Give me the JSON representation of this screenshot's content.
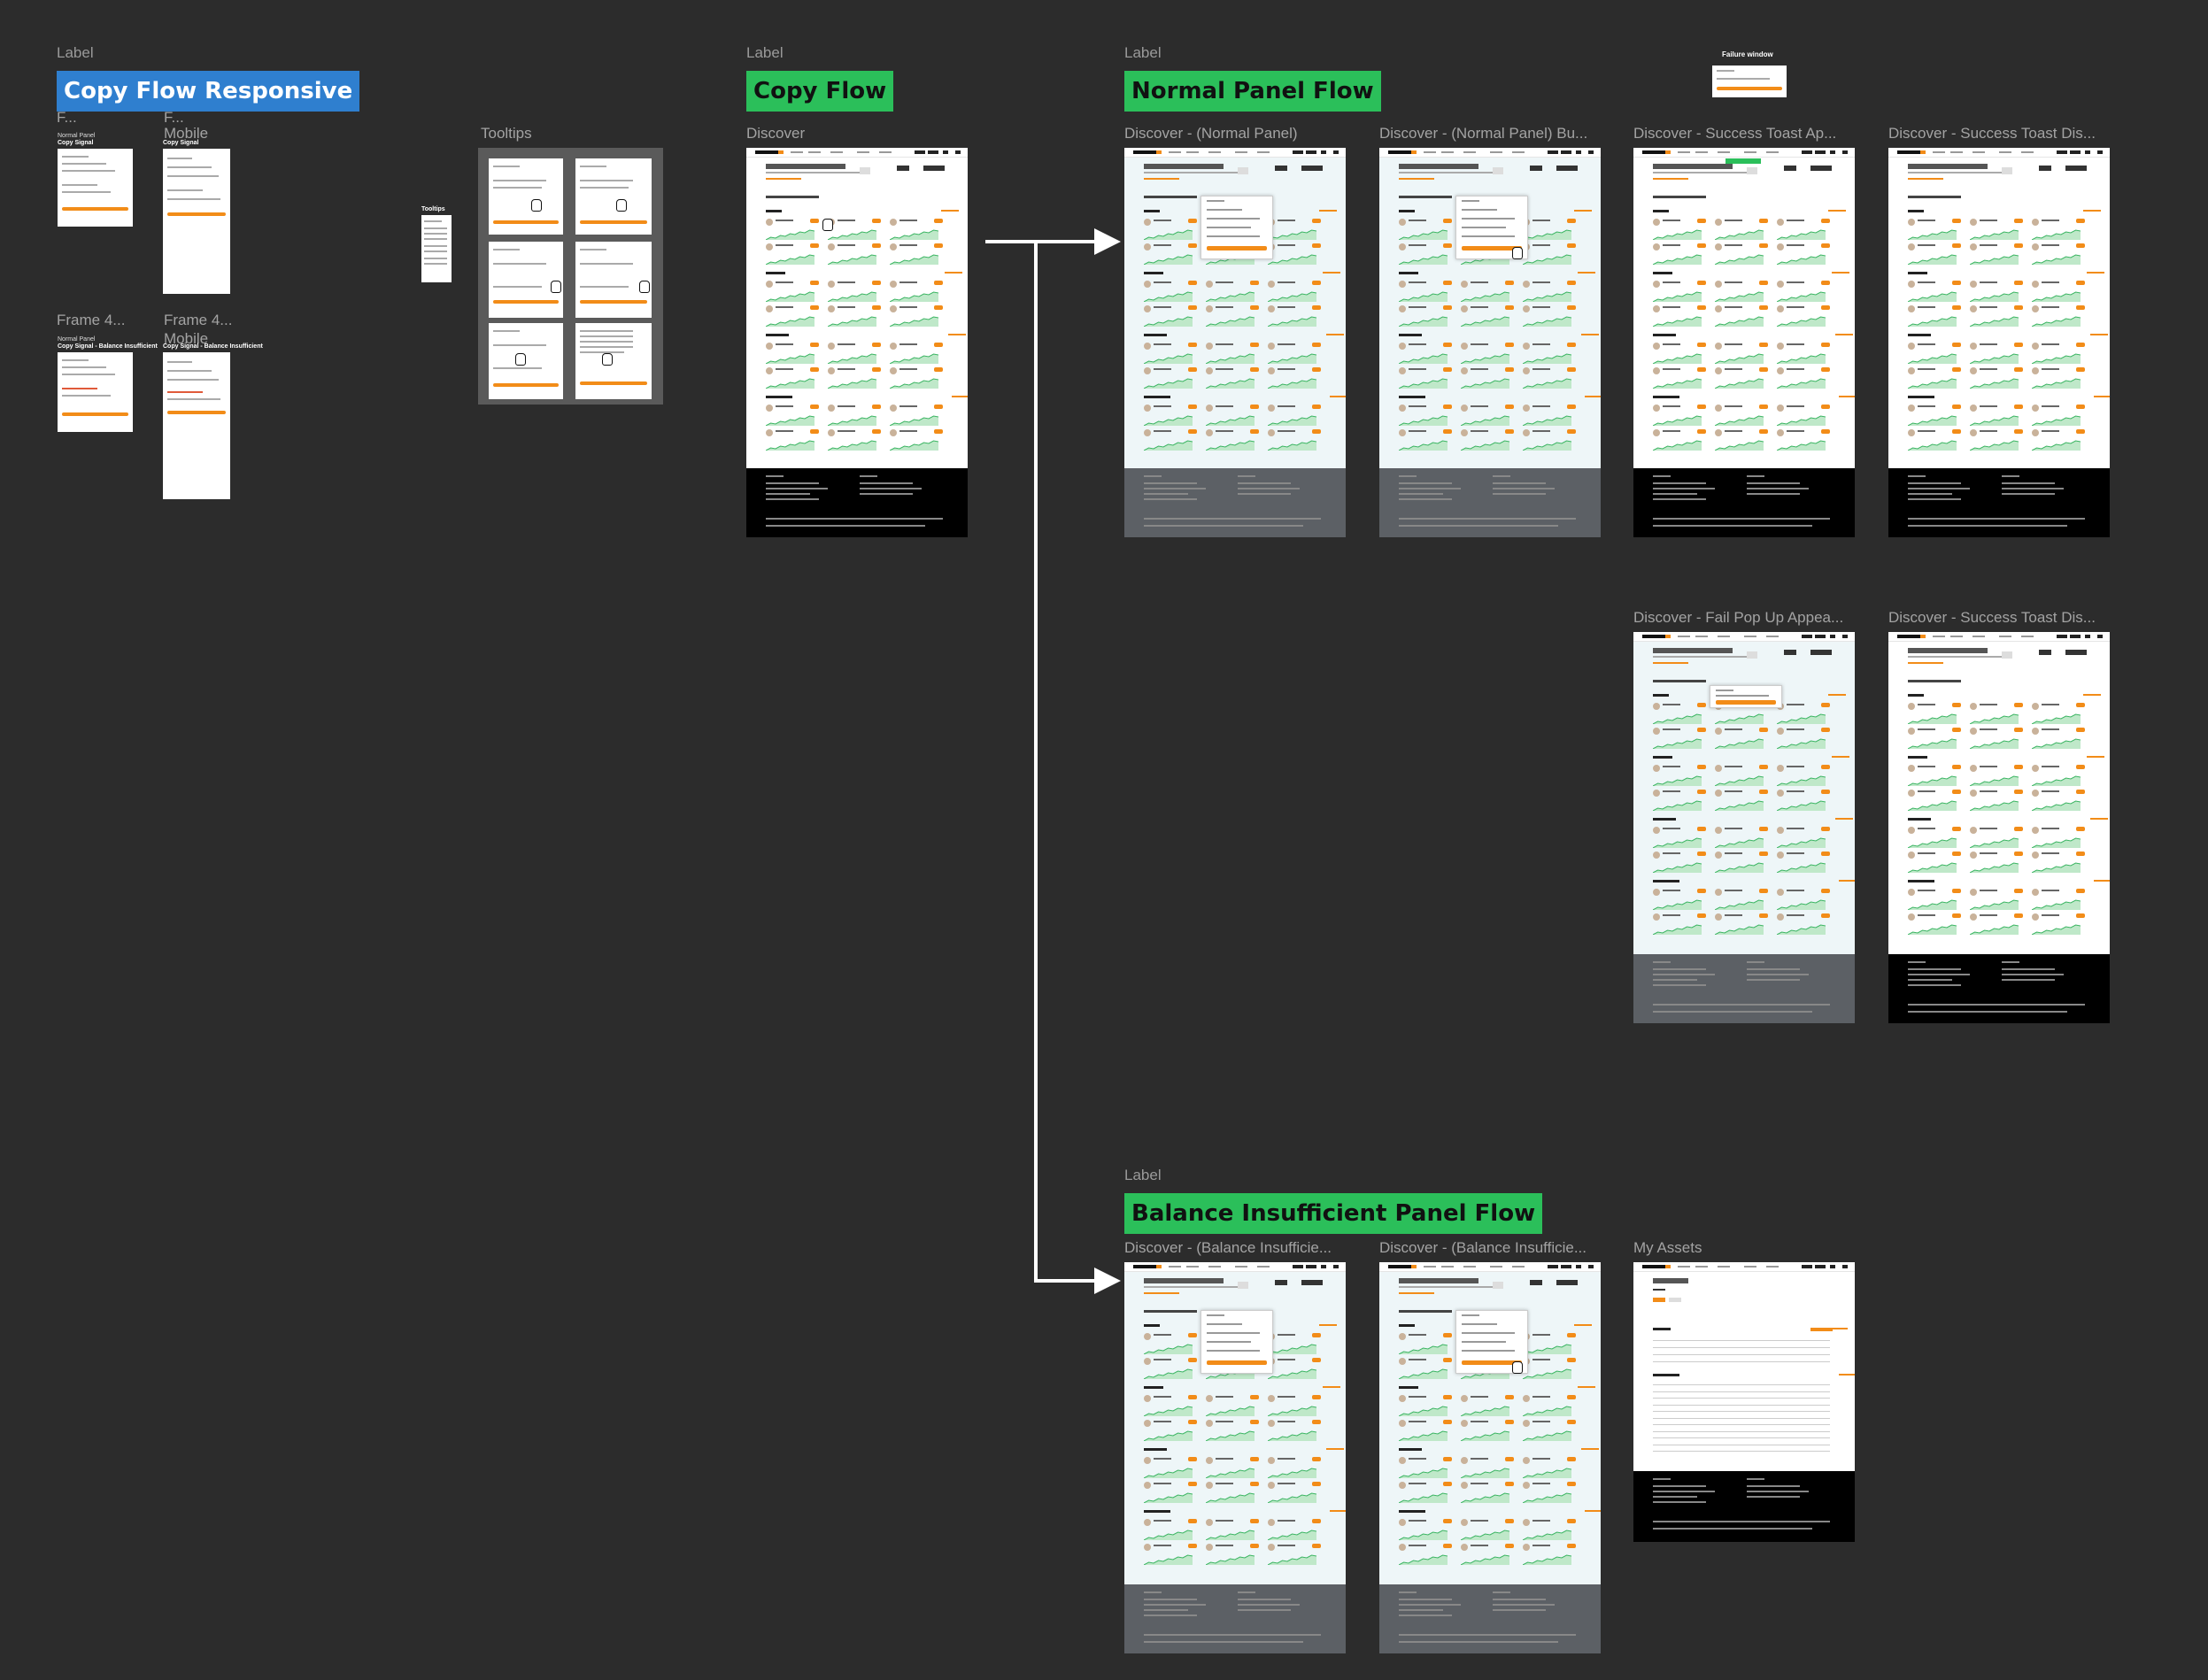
{
  "sections": {
    "responsive": {
      "label": "Label",
      "title": "Copy Flow Responsive"
    },
    "copy": {
      "label": "Label",
      "title": "Copy Flow"
    },
    "normal": {
      "label": "Label",
      "title": "Normal Panel Flow"
    },
    "balance": {
      "label": "Label",
      "title": "Balance Insufficient Panel Flow"
    }
  },
  "responsive_frames": {
    "f1": "F...",
    "f2": "F...",
    "f2_sub": "Mobile",
    "f3": "Frame 4...",
    "f4": "Frame 4...",
    "f4_sub": "Mobile",
    "tooltips": "Tooltips",
    "tooltips_small": "Tooltips"
  },
  "mini_texts": {
    "normal_panel": "Normal Panel",
    "copy_signal": "Copy Signal",
    "balance_insufficient": "Copy Signal - Balance Insufficient"
  },
  "failure_window": "Failure window",
  "frames": {
    "discover": "Discover",
    "normal_panel": "Discover - (Normal Panel)",
    "normal_panel_button": "Discover - (Normal Panel) Bu...",
    "success_toast_appear": "Discover - Success Toast Ap...",
    "success_toast_dismiss": "Discover - Success Toast Dis...",
    "fail_popup": "Discover - Fail Pop Up Appea...",
    "success_toast_dismiss_2": "Discover - Success Toast Dis...",
    "balance_1": "Discover - (Balance Insufficie...",
    "balance_2": "Discover - (Balance Insufficie...",
    "my_assets": "My Assets"
  },
  "colors": {
    "canvas": "#2c2c2c",
    "title_blue": "#2f7fcf",
    "title_green": "#2bbf5a",
    "accent_orange": "#f28c18"
  }
}
